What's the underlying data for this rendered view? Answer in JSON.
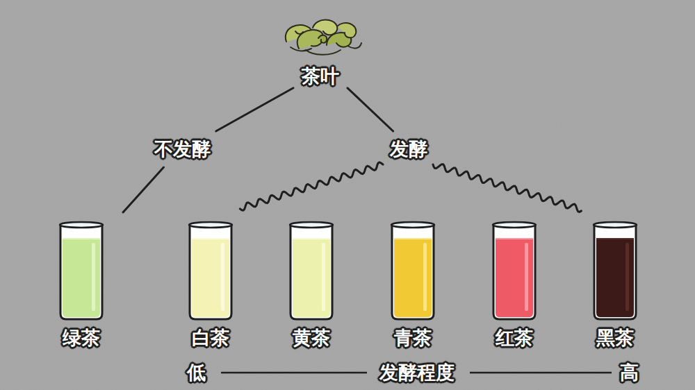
{
  "diagram": {
    "nodes": [
      {
        "text": [
          "茶叶"
        ]
      },
      {
        "text": [
          "不发酵"
        ]
      },
      {
        "text": [
          "发酵"
        ]
      },
      {
        "text": [
          "绿茶"
        ]
      },
      {
        "text": [
          "白茶"
        ]
      },
      {
        "text": [
          "黄茶"
        ]
      },
      {
        "text": [
          "青茶"
        ]
      },
      {
        "text": [
          "红茶"
        ]
      },
      {
        "text": [
          "黑茶"
        ]
      }
    ],
    "edges": [
      {
        "from": 0,
        "to": 1,
        "arrow": "none"
      },
      {
        "from": 0,
        "to": 2,
        "arrow": "none"
      },
      {
        "from": 1,
        "to": 3,
        "arrow": "none"
      },
      {
        "from": 2,
        "to": 4,
        "arrow": "none"
      },
      {
        "from": 2,
        "to": 8,
        "arrow": "none"
      }
    ],
    "labels": [
      "低",
      "发酵程度",
      "高"
    ]
  }
}
